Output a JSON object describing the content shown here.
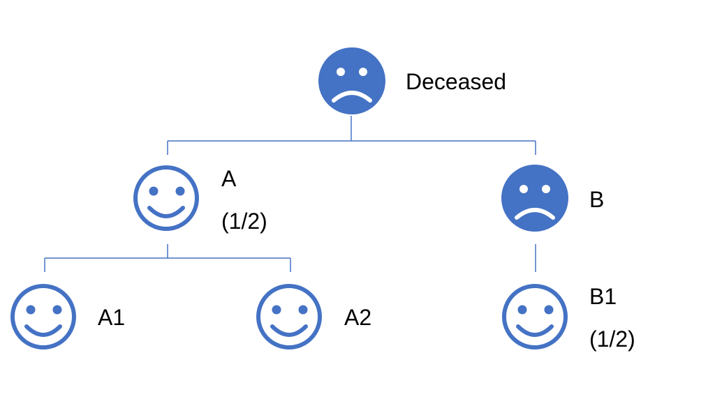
{
  "colors": {
    "accent": "#4472c4",
    "text": "#000000",
    "background": "#ffffff"
  },
  "nodes": {
    "deceased": {
      "label": "Deceased",
      "icon": "sad-face-filled-icon"
    },
    "a": {
      "label": "A",
      "share": "(1/2)",
      "icon": "smiley-outline-icon"
    },
    "b": {
      "label": "B",
      "icon": "sad-face-filled-icon"
    },
    "a1": {
      "label": "A1",
      "icon": "smiley-outline-icon"
    },
    "a2": {
      "label": "A2",
      "icon": "smiley-outline-icon"
    },
    "b1": {
      "label": "B1",
      "share": "(1/2)",
      "icon": "smiley-outline-icon"
    }
  }
}
